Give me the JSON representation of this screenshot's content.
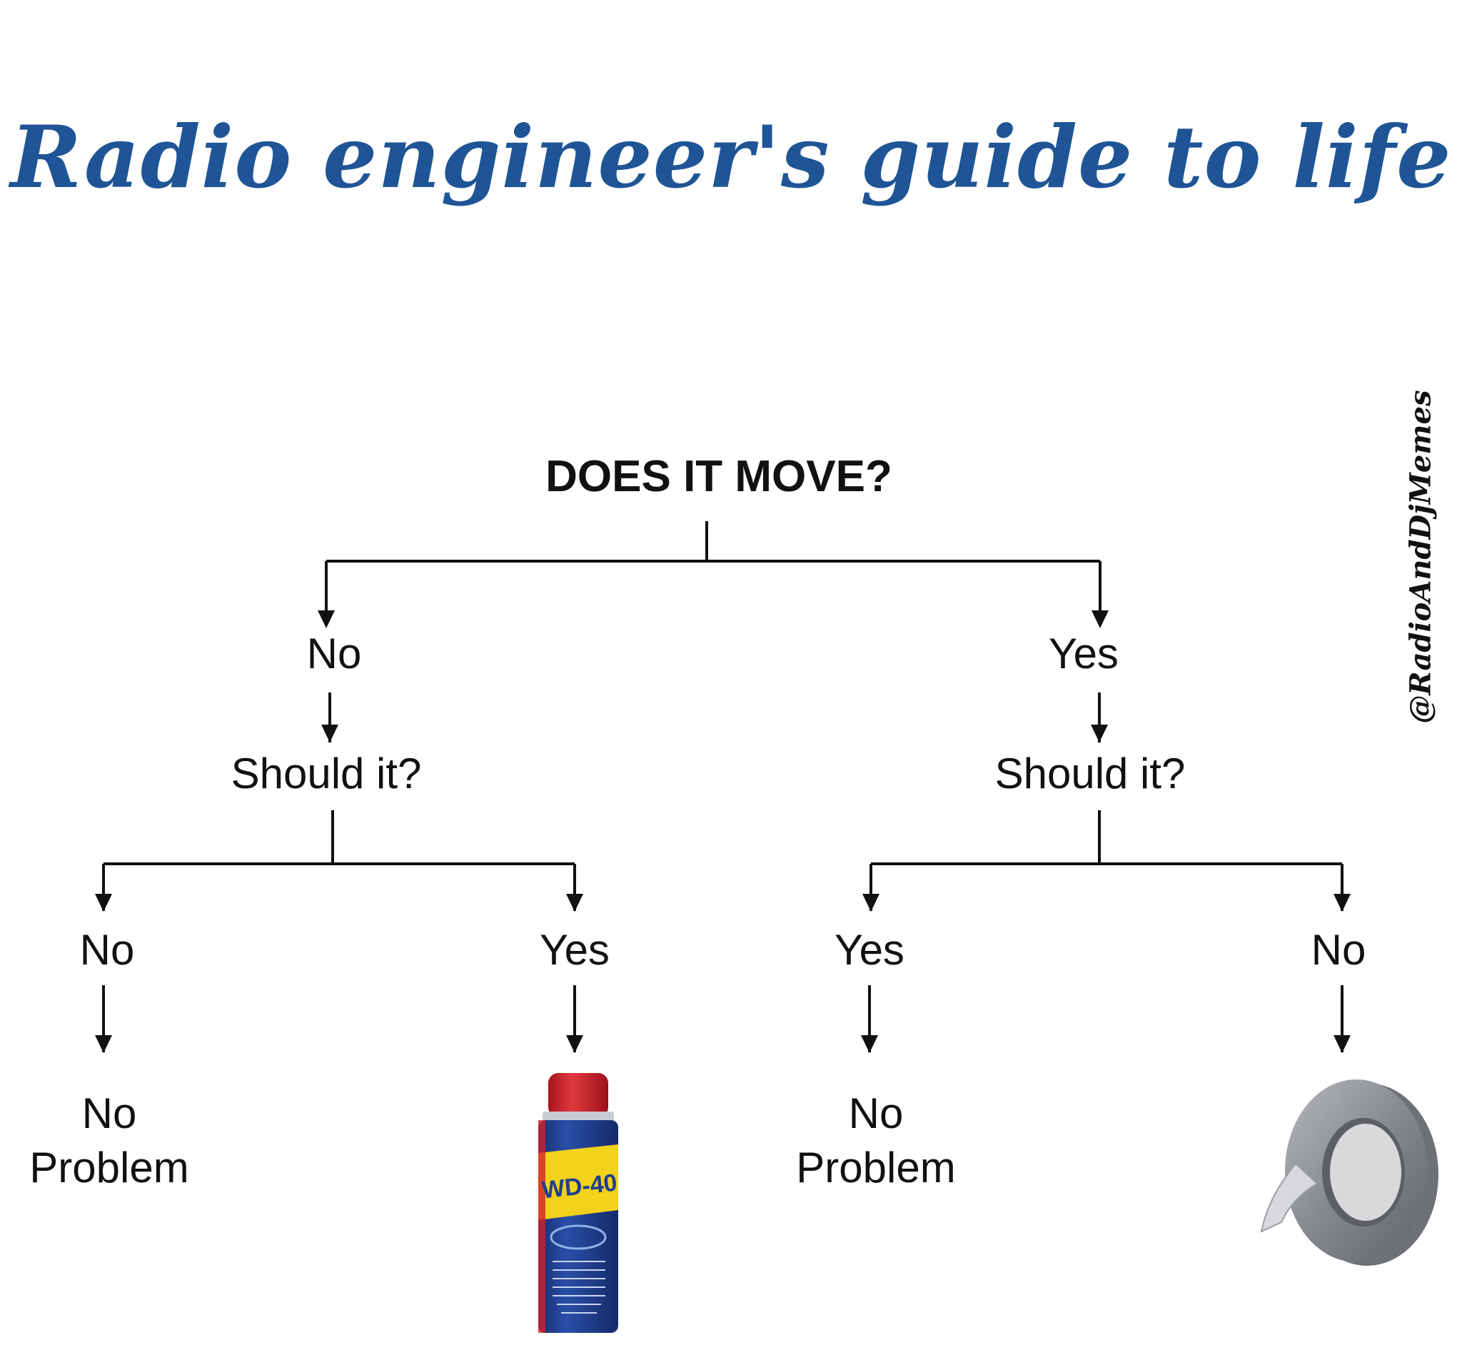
{
  "title": "Radio engineer's guide to life",
  "watermark": "@RadioAndDjMemes",
  "tree": {
    "question": "DOES IT MOVE?",
    "left": {
      "answer": "No",
      "question": "Should it?",
      "left": {
        "answer": "No",
        "outcome": [
          "No",
          "Problem"
        ]
      },
      "right": {
        "answer": "Yes",
        "outcome_image": "wd-40-spray-can"
      }
    },
    "right": {
      "answer": "Yes",
      "question": "Should it?",
      "left": {
        "answer": "Yes",
        "outcome": [
          "No",
          "Problem"
        ]
      },
      "right": {
        "answer": "No",
        "outcome_image": "duct-tape-roll"
      }
    }
  },
  "product_labels": {
    "wd40": "WD-40"
  },
  "colors": {
    "title": "#1f5596",
    "text": "#111111",
    "can_blue": "#1e3f8f",
    "can_yellow": "#f3d21b",
    "can_red": "#d3202a",
    "tape_gray": "#8e9196"
  }
}
